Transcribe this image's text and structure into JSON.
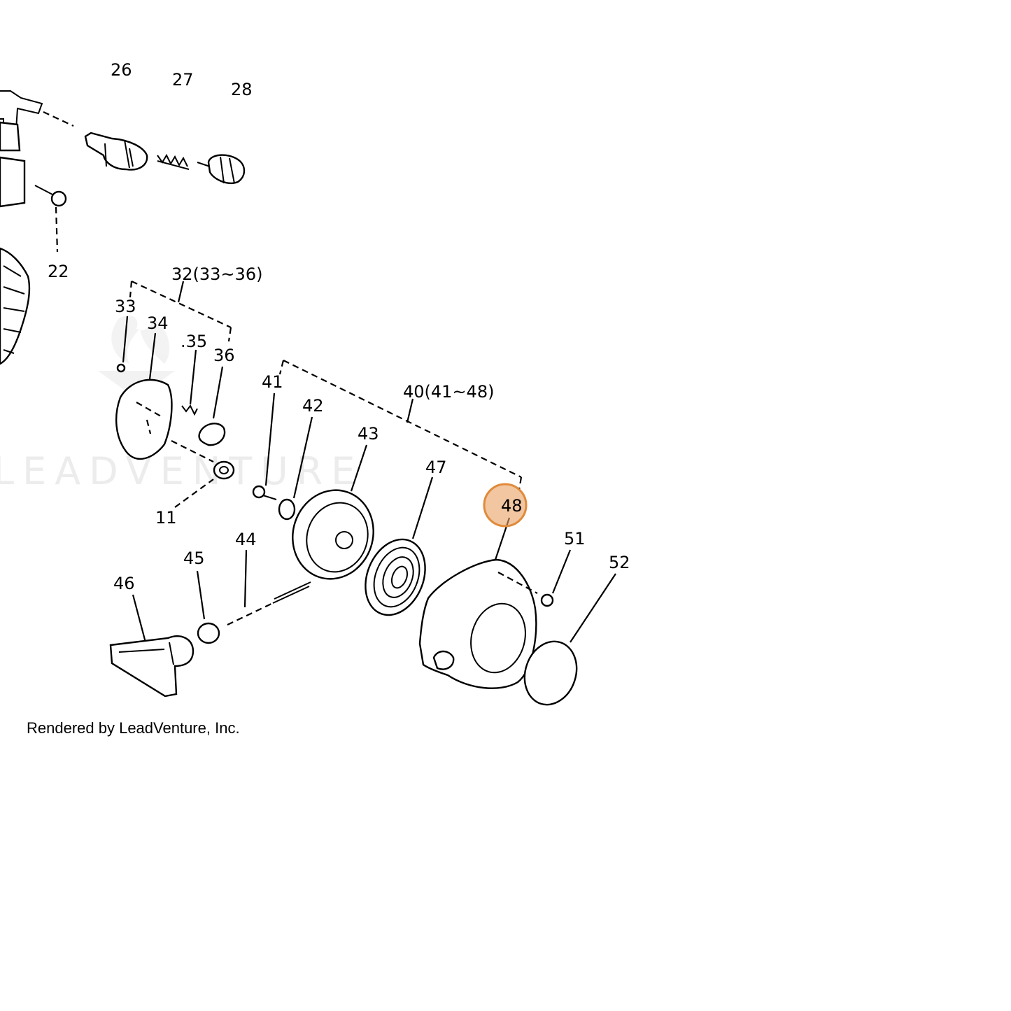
{
  "diagram": {
    "watermark": "LEADVENTURE",
    "footer": "Rendered by LeadVenture, Inc.",
    "highlight_color": "#e8a060",
    "highlighted_part": "48",
    "labels": {
      "p26": "26",
      "p27": "27",
      "p28": "28",
      "p22": "22",
      "p32": "32(33~36)",
      "p33": "33",
      "p34": "34",
      "p35": ".35",
      "p36": "36",
      "p11": "11",
      "p40": "40(41~48)",
      "p41": "41",
      "p42": "42",
      "p43": "43",
      "p44": "44",
      "p45": "45",
      "p46": "46",
      "p47": "47",
      "p48": "48",
      "p51": "51",
      "p52": "52"
    }
  }
}
